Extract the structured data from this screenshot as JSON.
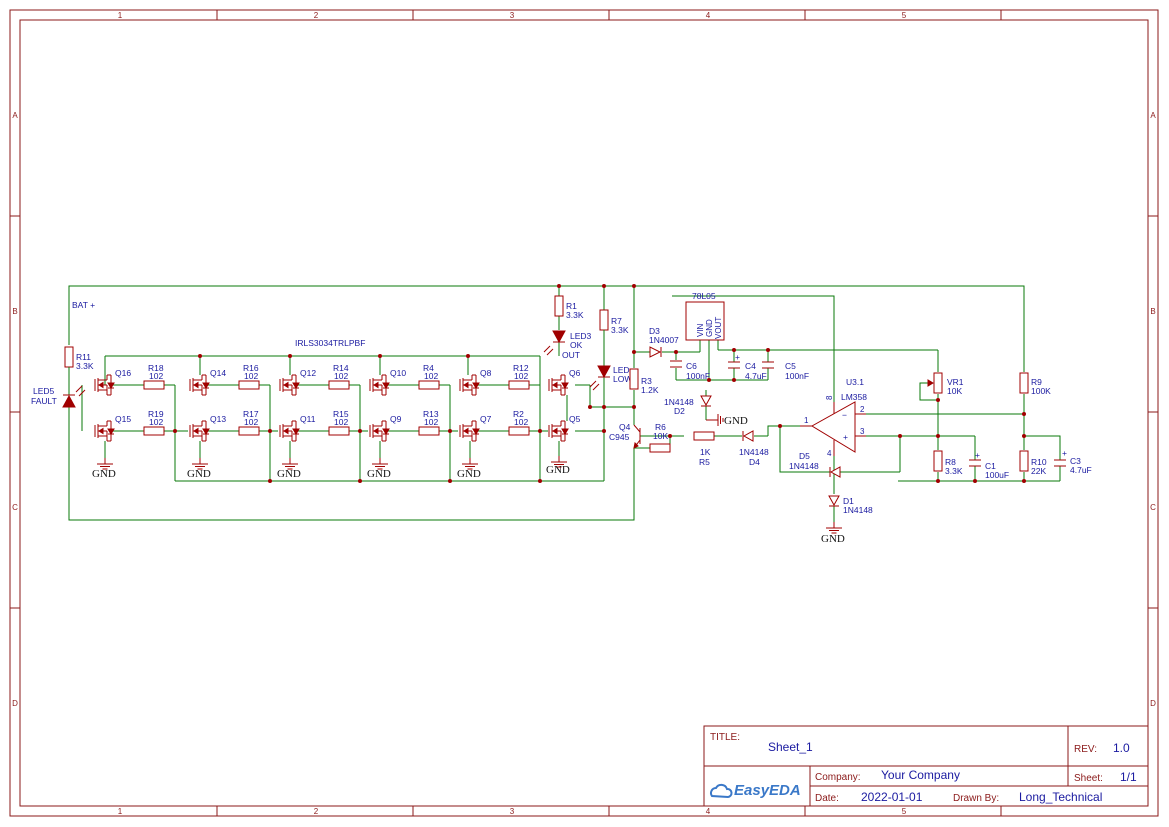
{
  "frame": {
    "columns": [
      "1",
      "2",
      "3",
      "4",
      "5"
    ],
    "rows": [
      "A",
      "B",
      "C",
      "D"
    ]
  },
  "title_block": {
    "title_label": "TITLE:",
    "title_value": "Sheet_1",
    "rev_label": "REV:",
    "rev_value": "1.0",
    "company_label": "Company:",
    "company_value": "Your Company",
    "sheet_label": "Sheet:",
    "sheet_value": "1/1",
    "date_label": "Date:",
    "date_value": "2022-01-01",
    "drawn_label": "Drawn By:",
    "drawn_value": "Long_Technical",
    "logo_text": "EasyEDA",
    "logo_icon": "cloud-icon"
  },
  "net_labels": {
    "bat": "BAT +",
    "mosfet_part": "IRLS3034TRLPBF",
    "gnd": "GND"
  },
  "mosfets": [
    {
      "ref": "Q16"
    },
    {
      "ref": "Q15"
    },
    {
      "ref": "Q14"
    },
    {
      "ref": "Q13"
    },
    {
      "ref": "Q12"
    },
    {
      "ref": "Q11"
    },
    {
      "ref": "Q10"
    },
    {
      "ref": "Q9"
    },
    {
      "ref": "Q8"
    },
    {
      "ref": "Q7"
    },
    {
      "ref": "Q6"
    },
    {
      "ref": "Q5"
    }
  ],
  "gate_resistors": [
    {
      "ref": "R18",
      "value": "102"
    },
    {
      "ref": "R19",
      "value": "102"
    },
    {
      "ref": "R16",
      "value": "102"
    },
    {
      "ref": "R17",
      "value": "102"
    },
    {
      "ref": "R14",
      "value": "102"
    },
    {
      "ref": "R15",
      "value": "102"
    },
    {
      "ref": "R4",
      "value": "102"
    },
    {
      "ref": "R13",
      "value": "102"
    },
    {
      "ref": "R12",
      "value": "102"
    },
    {
      "ref": "R2",
      "value": "102"
    }
  ],
  "components": {
    "r11": {
      "ref": "R11",
      "value": "3.3K"
    },
    "led5": {
      "ref": "LED5",
      "value": "FAULT"
    },
    "r1": {
      "ref": "R1",
      "value": "3.3K"
    },
    "led3": {
      "ref": "LED3",
      "value": "OK",
      "extra": "OUT"
    },
    "r7": {
      "ref": "R7",
      "value": "3.3K"
    },
    "led_low": {
      "ref": "LED",
      "value": "LOW"
    },
    "r3": {
      "ref": "R3",
      "value": "1.2K"
    },
    "q4": {
      "ref": "Q4",
      "value": "C945"
    },
    "r6": {
      "ref": "R6",
      "value": "10K"
    },
    "d3": {
      "ref": "D3",
      "value": "1N4007"
    },
    "u78": {
      "ref": "78L05",
      "vin": "VIN",
      "gnd": "GND",
      "vout": "VOUT"
    },
    "c6": {
      "ref": "C6",
      "value": "100nF"
    },
    "c4": {
      "ref": "C4",
      "value": "4.7uF"
    },
    "c5": {
      "ref": "C5",
      "value": "100nF"
    },
    "d2": {
      "ref": "D2",
      "value": "1N4148"
    },
    "r5": {
      "ref": "R5",
      "value": "1K"
    },
    "d4": {
      "ref": "D4",
      "value": "1N4148"
    },
    "u3": {
      "ref": "U3.1",
      "value": "LM358",
      "pin1": "1",
      "pin2": "2",
      "pin3": "3",
      "pin4": "4",
      "pin8": "8"
    },
    "d5": {
      "ref": "D5",
      "value": "1N4148"
    },
    "d1": {
      "ref": "D1",
      "value": "1N4148"
    },
    "vr1": {
      "ref": "VR1",
      "value": "10K"
    },
    "r8": {
      "ref": "R8",
      "value": "3.3K"
    },
    "c1": {
      "ref": "C1",
      "value": "100uF"
    },
    "r9": {
      "ref": "R9",
      "value": "100K"
    },
    "r10": {
      "ref": "R10",
      "value": "22K"
    },
    "c3": {
      "ref": "C3",
      "value": "4.7uF"
    }
  }
}
